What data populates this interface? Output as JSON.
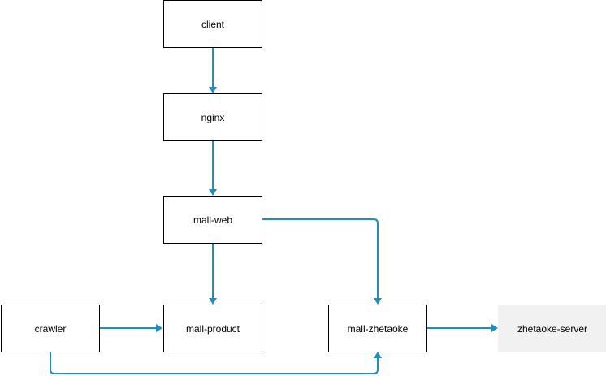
{
  "colors": {
    "edge": "#1a8fc2",
    "node_border": "#000000",
    "external_fill": "#f1f1f1"
  },
  "nodes": {
    "client": "client",
    "nginx": "nginx",
    "mall_web": "mall-web",
    "crawler": "crawler",
    "mall_product": "mall-product",
    "mall_zhetaoke": "mall-zhetaoke",
    "zhetaoke_server": "zhetaoke-server"
  },
  "edges": [
    {
      "from": "client",
      "to": "nginx"
    },
    {
      "from": "nginx",
      "to": "mall-web"
    },
    {
      "from": "mall-web",
      "to": "mall-product"
    },
    {
      "from": "mall-web",
      "to": "mall-zhetaoke"
    },
    {
      "from": "crawler",
      "to": "mall-product"
    },
    {
      "from": "crawler",
      "to": "mall-zhetaoke"
    },
    {
      "from": "mall-zhetaoke",
      "to": "zhetaoke-server"
    }
  ]
}
